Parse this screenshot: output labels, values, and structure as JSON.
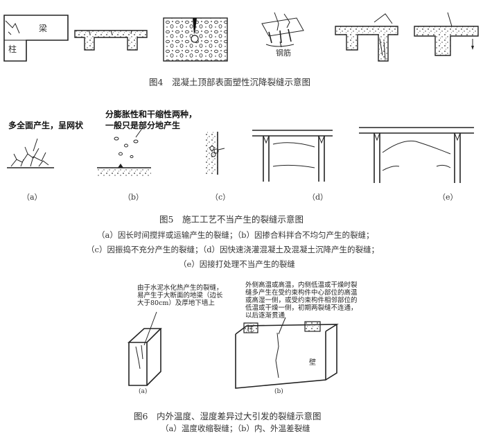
{
  "fig4": {
    "caption": "图4　混凝土顶部表面塑性沉降裂缝示意图",
    "label_beam": "梁",
    "label_column": "柱",
    "label_rebar": "钢筋"
  },
  "fig5": {
    "caption": "图5　施工工艺不当产生的裂缝示意图",
    "note_a": "多全面产生，呈网状",
    "note_b_line1": "分膨胀性和干缩性两种，",
    "note_b_line2": "一般只是部分地产生",
    "panel_labels": [
      "（a）",
      "（b）",
      "（c）",
      "（d）",
      "（e）"
    ],
    "legend_lines": [
      "（a）因长时间搅拌或运输产生的裂缝；（b）因掺合料拌合不均匀产生的裂缝；",
      "（c）因振捣不充分产生的裂缝；（d）因快速浇灌混凝土及混凝土沉降产生的裂缝；",
      "（e）因接打处理不当产生的裂缝"
    ]
  },
  "fig6": {
    "caption": "图6　内外温度、湿度差异过大引发的裂缝示意图",
    "note_a": "由于水泥水化热产生的裂缝，易产生于大断面的地梁（边长大于80cm）及厚地下墙上",
    "note_b": "外侧高温或高温，内侧低温或干燥时裂缝多产生在受约束构件中心部位的高温或高湿一侧，或受约束构件相邻部位的低温或干燥一侧，初期两裂缝不连通，以后逐渐贯通",
    "label_column": "柱",
    "label_wall": "壁",
    "panel_labels": [
      "(a)",
      "(b)"
    ],
    "legend": "（a）温度收缩裂缝；（b）内、外温差裂缝"
  }
}
